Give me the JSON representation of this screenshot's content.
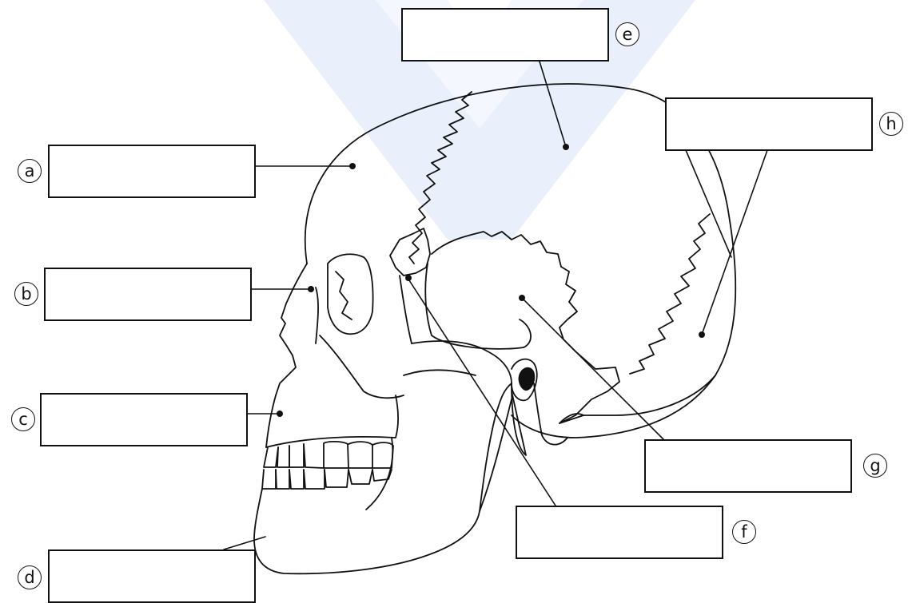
{
  "diagram": {
    "subject": "skull-lateral-view",
    "watermark_color": "#e3ecfb",
    "line_color": "#111111",
    "labels": [
      {
        "id": "a",
        "letter": "a",
        "answer": ""
      },
      {
        "id": "b",
        "letter": "b",
        "answer": ""
      },
      {
        "id": "c",
        "letter": "c",
        "answer": ""
      },
      {
        "id": "d",
        "letter": "d",
        "answer": ""
      },
      {
        "id": "e",
        "letter": "e",
        "answer": ""
      },
      {
        "id": "f",
        "letter": "f",
        "answer": ""
      },
      {
        "id": "g",
        "letter": "g",
        "answer": ""
      },
      {
        "id": "h",
        "letter": "h",
        "answer": ""
      }
    ]
  }
}
